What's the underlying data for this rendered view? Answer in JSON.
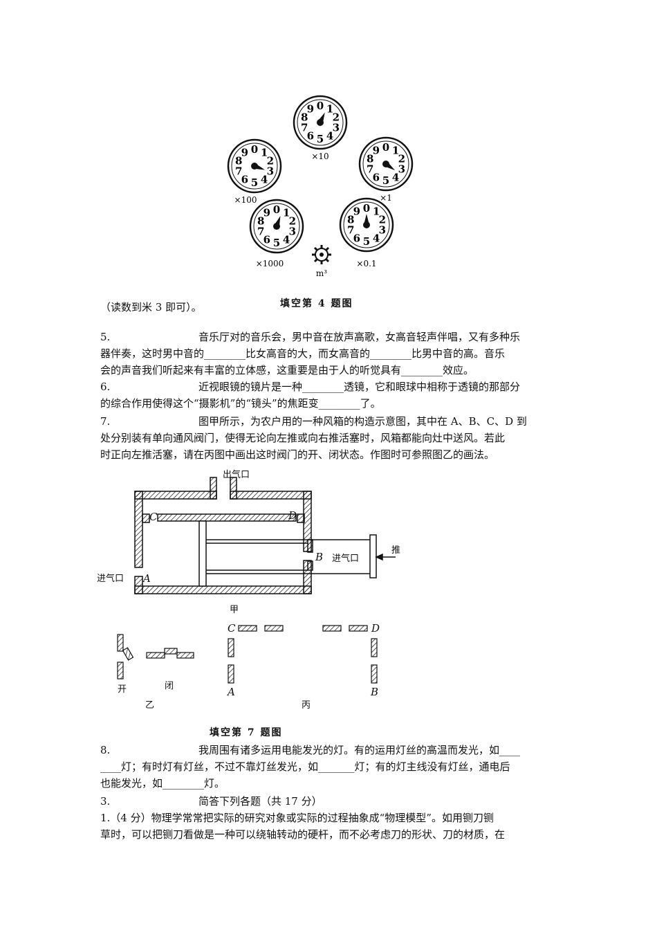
{
  "figure4": {
    "caption": "填空第 4 题图",
    "unit": "m³",
    "dials": [
      {
        "mult": "×10",
        "needle": 25
      },
      {
        "mult": "×100",
        "needle": 110
      },
      {
        "mult": "×1",
        "needle": 125
      },
      {
        "mult": "×1000",
        "needle": 20
      },
      {
        "mult": "×0.1",
        "needle": 0
      }
    ],
    "digits": [
      "0",
      "1",
      "2",
      "3",
      "4",
      "5",
      "6",
      "7",
      "8",
      "9"
    ]
  },
  "note": "（读数到米 3 即可）。",
  "q5": {
    "num": "5.",
    "lines": [
      "音乐厅对的音乐会，男中音在放声高歌，女高音轻声伴唱，又有多种乐",
      "器伴奏，这时男中音的________比女高音的大，而女高音的________比男中音的高。音乐",
      "会的声音我们听起来有丰富的立体感，这重要是由于人的听觉具有________效应。"
    ]
  },
  "q6": {
    "num": "6.",
    "lines": [
      "近视眼镜的镜片是一种________透镜，它和眼球中相称于透镜的那部分",
      "的综合作用使得这个“摄影机”的“镜头”的焦距变________了。"
    ]
  },
  "q7": {
    "num": "7.",
    "lines": [
      "图甲所示，为农户用的一种风箱的构造示意图，其中在 A、B、C、D 到",
      "处分别装有单向通风阀门，使得无论向左推或向右推活塞时，风箱都能向灶中送风。若此",
      "时正向左推活塞，请在丙图中画出这时阀门的开、闭状态。作图时可参照图乙的画法。"
    ]
  },
  "figure7": {
    "caption": "填空第 7 题图",
    "outlet": "出气口",
    "inlet_left": "进气口",
    "inlet_right": "进气口",
    "push": "推",
    "A": "A",
    "B": "B",
    "C": "C",
    "D": "D",
    "jia": "甲",
    "yi": "乙",
    "bing": "丙",
    "open": "开",
    "closed": "闭"
  },
  "q8": {
    "num": "8.",
    "lines": [
      "我周围有诸多运用电能发光的灯。有的运用灯丝的高温而发光，如____",
      "____灯；有时灯有灯丝，不过不靠灯丝发光，如_______灯；有的灯主线没有灯丝，通电后",
      "也能发光，如________灯。"
    ]
  },
  "sec3": {
    "num": "3.",
    "title": "简答下列各题（共 17 分）"
  },
  "s1": {
    "lines": [
      "1.（4 分）物理学常常把实际的研究对象或实际的过程抽象成“物理模型”。如用铡刀铡",
      "草时，可以把铡刀看做是一种可以绕轴转动的硬杆，而不必考虑刀的形状、刀的材质，在"
    ]
  }
}
